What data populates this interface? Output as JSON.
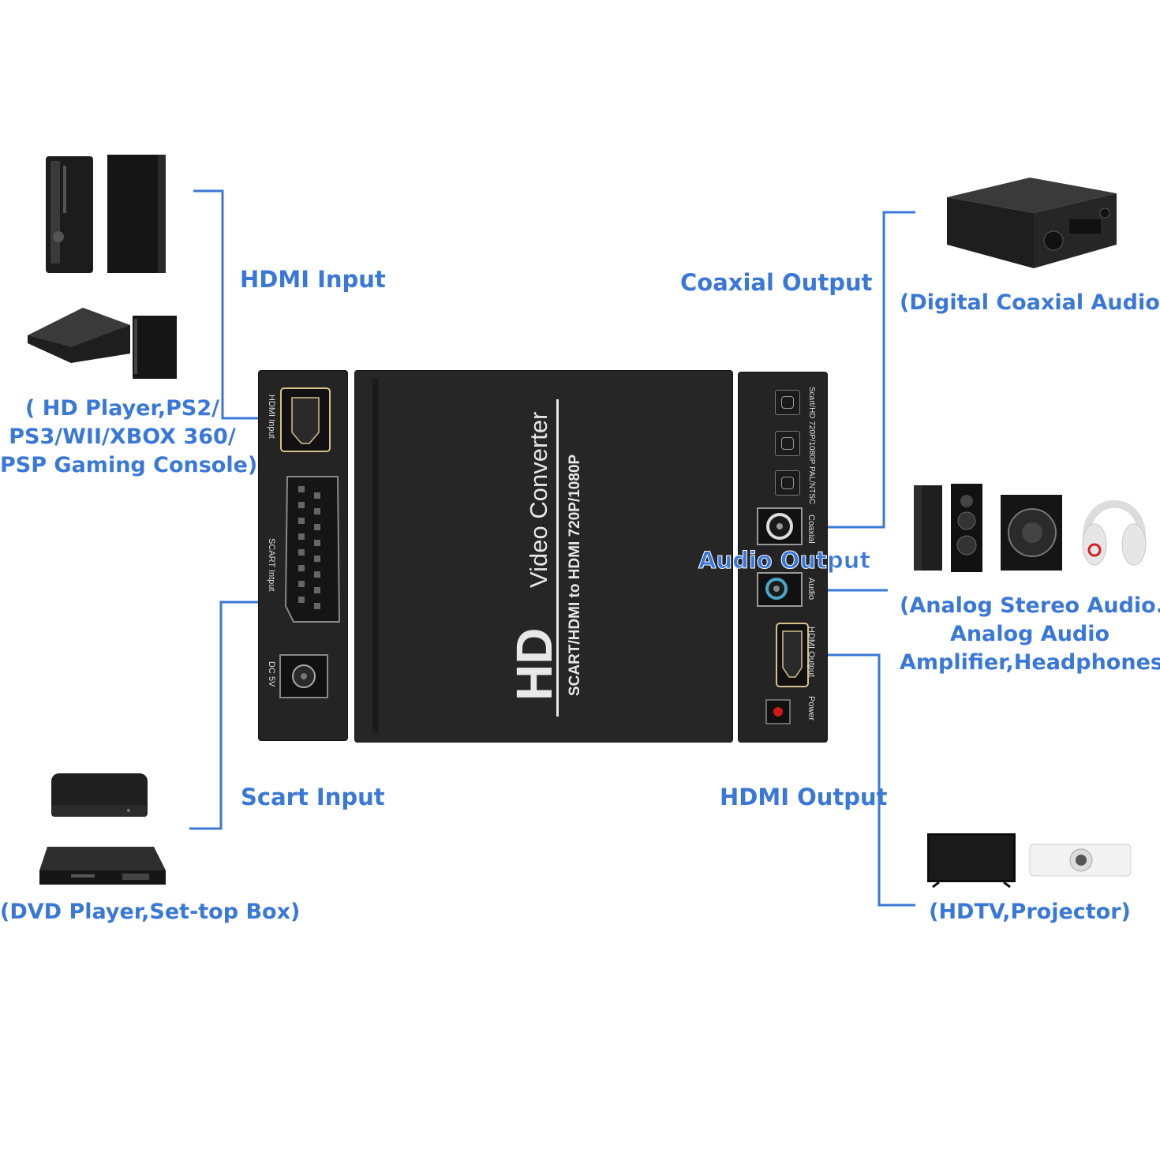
{
  "labels": {
    "hdmi_input": "HDMI Input",
    "coaxial_output": "Coaxial Output",
    "audio_output": "Audio Output",
    "scart_input": "Scart Input",
    "hdmi_output": "HDMI Output"
  },
  "descriptions": {
    "hdmi_sources": [
      "( HD Player,PS2/",
      "PS3/WII/XBOX 360/",
      "PSP Gaming Console)"
    ],
    "coaxial_devices": [
      "(Digital Coaxial Audio)"
    ],
    "analog_devices": [
      "(Analog Stereo Audio.",
      "Analog Audio",
      "Amplifier,Headphones)"
    ],
    "scart_sources": [
      "(DVD Player,Set-top Box)"
    ],
    "hdmi_displays": [
      "(HDTV,Projector)"
    ]
  },
  "device": {
    "logo": "HD",
    "title": "Video Converter",
    "subtitle": "SCART/HDMI to HDMI 720P/1080P",
    "left_panel": {
      "hdmi_input": "HDMI Input",
      "scart_input": "SCART Intput",
      "dc": "DC 5V"
    },
    "right_panel": {
      "mode_labels": "Scart/HD 720P/1080P PAL/NTSC",
      "coaxial": "Coaxial",
      "audio": "Audio",
      "hdmi_output": "HDMI Output",
      "power": "Power"
    }
  },
  "colors": {
    "accent": "#3a78d8",
    "device_body": "#242424",
    "power_led": "#d01818"
  },
  "icons": [
    "game-console-icon",
    "set-top-box-icon",
    "dvd-player-icon",
    "amplifier-icon",
    "speaker-icon",
    "headphones-icon",
    "tv-icon",
    "projector-icon"
  ]
}
